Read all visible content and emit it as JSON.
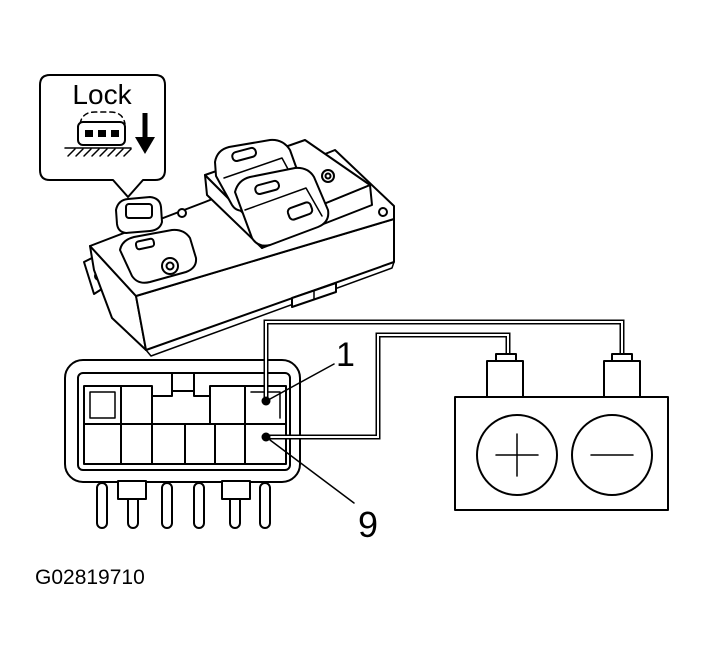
{
  "callout": {
    "label": "Lock",
    "icons": [
      "connector-icon",
      "arrow-down-icon"
    ]
  },
  "terminal_labels": {
    "pin_1": "1",
    "pin_9": "9"
  },
  "battery": {
    "positive_icon": "plus-icon",
    "negative_icon": "minus-icon"
  },
  "figure_id": "G02819710",
  "colors": {
    "ink": "#000000",
    "paper": "#ffffff"
  }
}
